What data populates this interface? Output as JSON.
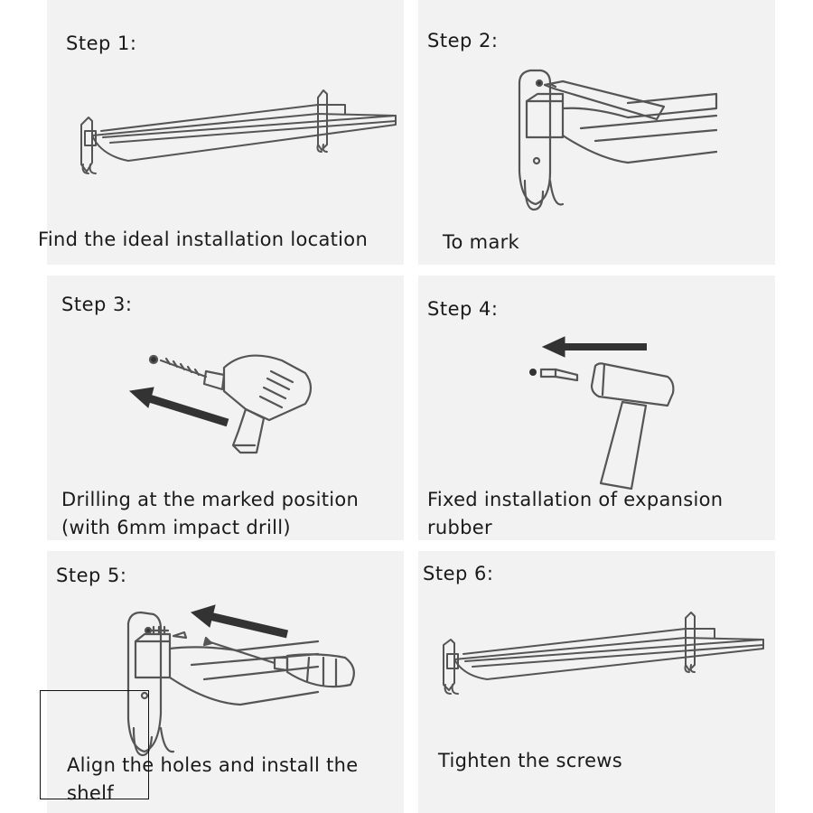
{
  "steps": [
    {
      "label": "Step 1:",
      "caption": "Find the ideal installation location",
      "illustration": "towel-rack-icon"
    },
    {
      "label": "Step 2:",
      "caption": "To mark",
      "illustration": "pencil-marking-icon"
    },
    {
      "label": "Step 3:",
      "caption": "Drilling at the marked position (with 6mm impact drill)",
      "illustration": "impact-drill-icon"
    },
    {
      "label": "Step 4:",
      "caption": "Fixed installation of expansion rubber",
      "illustration": "hammer-icon"
    },
    {
      "label": "Step 5:",
      "caption": "Align the holes and install the shelf",
      "illustration": "screwdriver-icon"
    },
    {
      "label": "Step 6:",
      "caption": "Tighten the screws",
      "illustration": "installed-rack-icon"
    }
  ],
  "colors": {
    "panel": "#f2f2f2",
    "line": "#555555",
    "arrow": "#333333"
  }
}
